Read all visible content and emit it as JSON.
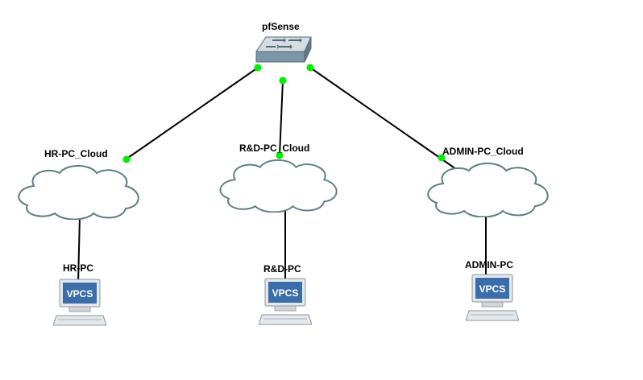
{
  "topology": {
    "router": {
      "label": "pfSense",
      "icon": "switch-router-icon"
    },
    "clouds": [
      {
        "id": "hr",
        "label": "HR-PC_Cloud",
        "icon": "cloud-icon"
      },
      {
        "id": "rnd",
        "label": "R&D-PC_Cloud",
        "icon": "cloud-icon"
      },
      {
        "id": "admin",
        "label": "ADMIN-PC_Cloud",
        "icon": "cloud-icon"
      }
    ],
    "pcs": [
      {
        "id": "hr",
        "label": "HR-PC",
        "screen_text": "VPCS",
        "icon": "vpcs-computer-icon"
      },
      {
        "id": "rnd",
        "label": "R&D-PC",
        "screen_text": "VPCS",
        "icon": "vpcs-computer-icon"
      },
      {
        "id": "admin",
        "label": "ADMIN-PC",
        "screen_text": "VPCS",
        "icon": "vpcs-computer-icon"
      }
    ],
    "link_status_color": "#00ee00",
    "link_color": "#000000",
    "cloud_stroke": "#5d7d85",
    "router_color": "#7a96a8",
    "vpcs_screen_color": "#3b6ea8"
  }
}
